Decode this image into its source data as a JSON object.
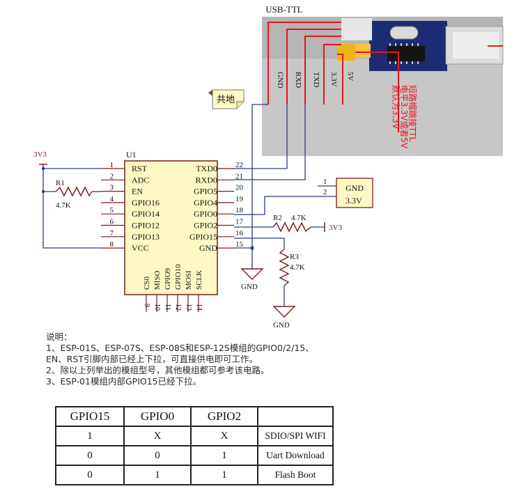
{
  "module": {
    "ref": "U1",
    "left_pins": [
      {
        "num": "1",
        "name": "RST"
      },
      {
        "num": "2",
        "name": "ADC"
      },
      {
        "num": "3",
        "name": "EN"
      },
      {
        "num": "4",
        "name": "GPIO16"
      },
      {
        "num": "5",
        "name": "GPIO14"
      },
      {
        "num": "6",
        "name": "GPIO12"
      },
      {
        "num": "7",
        "name": "GPIO13"
      },
      {
        "num": "8",
        "name": "VCC"
      }
    ],
    "right_pins": [
      {
        "num": "22",
        "name": "TXD0"
      },
      {
        "num": "21",
        "name": "RXD0"
      },
      {
        "num": "20",
        "name": "GPIO5"
      },
      {
        "num": "19",
        "name": "GPIO4"
      },
      {
        "num": "18",
        "name": "GPIO0"
      },
      {
        "num": "17",
        "name": "GPIO2"
      },
      {
        "num": "16",
        "name": "GPIO15"
      },
      {
        "num": "15",
        "name": "GND"
      }
    ],
    "bottom_pins": [
      {
        "num": "9",
        "name": "CS0"
      },
      {
        "num": "10",
        "name": "MISO"
      },
      {
        "num": "11",
        "name": "GPIO9"
      },
      {
        "num": "12",
        "name": "GPIO10"
      },
      {
        "num": "13",
        "name": "MOSI"
      },
      {
        "num": "14",
        "name": "SCLK"
      }
    ]
  },
  "power_label": "3V3",
  "r1": {
    "ref": "R1",
    "value": "4.7K"
  },
  "r2": {
    "ref": "R2",
    "value": "4.7K"
  },
  "r3": {
    "ref": "R3",
    "value": "4.7K"
  },
  "r2_power": "3V3",
  "gnd_label": "GND",
  "switch_block": {
    "pins": [
      "1",
      "2"
    ],
    "labels": [
      "GND",
      "3.3V"
    ]
  },
  "usb_ttl": {
    "title": "USB-TTL",
    "wires": [
      "GND",
      "RXD",
      "TXD",
      "3.3V",
      "5V"
    ],
    "note": [
      "短路帽跳接TTL",
      "电平3.3V或者5V",
      "默认为3.3V"
    ]
  },
  "callout": "共地",
  "notes": {
    "heading": "说明：",
    "lines": [
      "1、ESP-01S、ESP-07S、ESP-08S和ESP-12S模组的GPIO0/2/15、",
      "EN、RST引脚内部已经上下拉，可直接供电即可工作。",
      "2、除以上列举出的模组型号，其他模组都可参考该电路。",
      "3、ESP-01模组内部GPIO15已经下拉。"
    ]
  },
  "table": {
    "headers": [
      "GPIO15",
      "GPIO0",
      "GPIO2",
      ""
    ],
    "rows": [
      [
        "1",
        "X",
        "X",
        "SDIO/SPI WIFI"
      ],
      [
        "0",
        "0",
        "1",
        "Uart Download"
      ],
      [
        "0",
        "1",
        "1",
        "Flash Boot"
      ]
    ]
  },
  "colors": {
    "wire": "#2b3a8a",
    "component": "#7a1a1a",
    "module_fill": "#fff8c4",
    "red_wire": "#e8141c"
  }
}
